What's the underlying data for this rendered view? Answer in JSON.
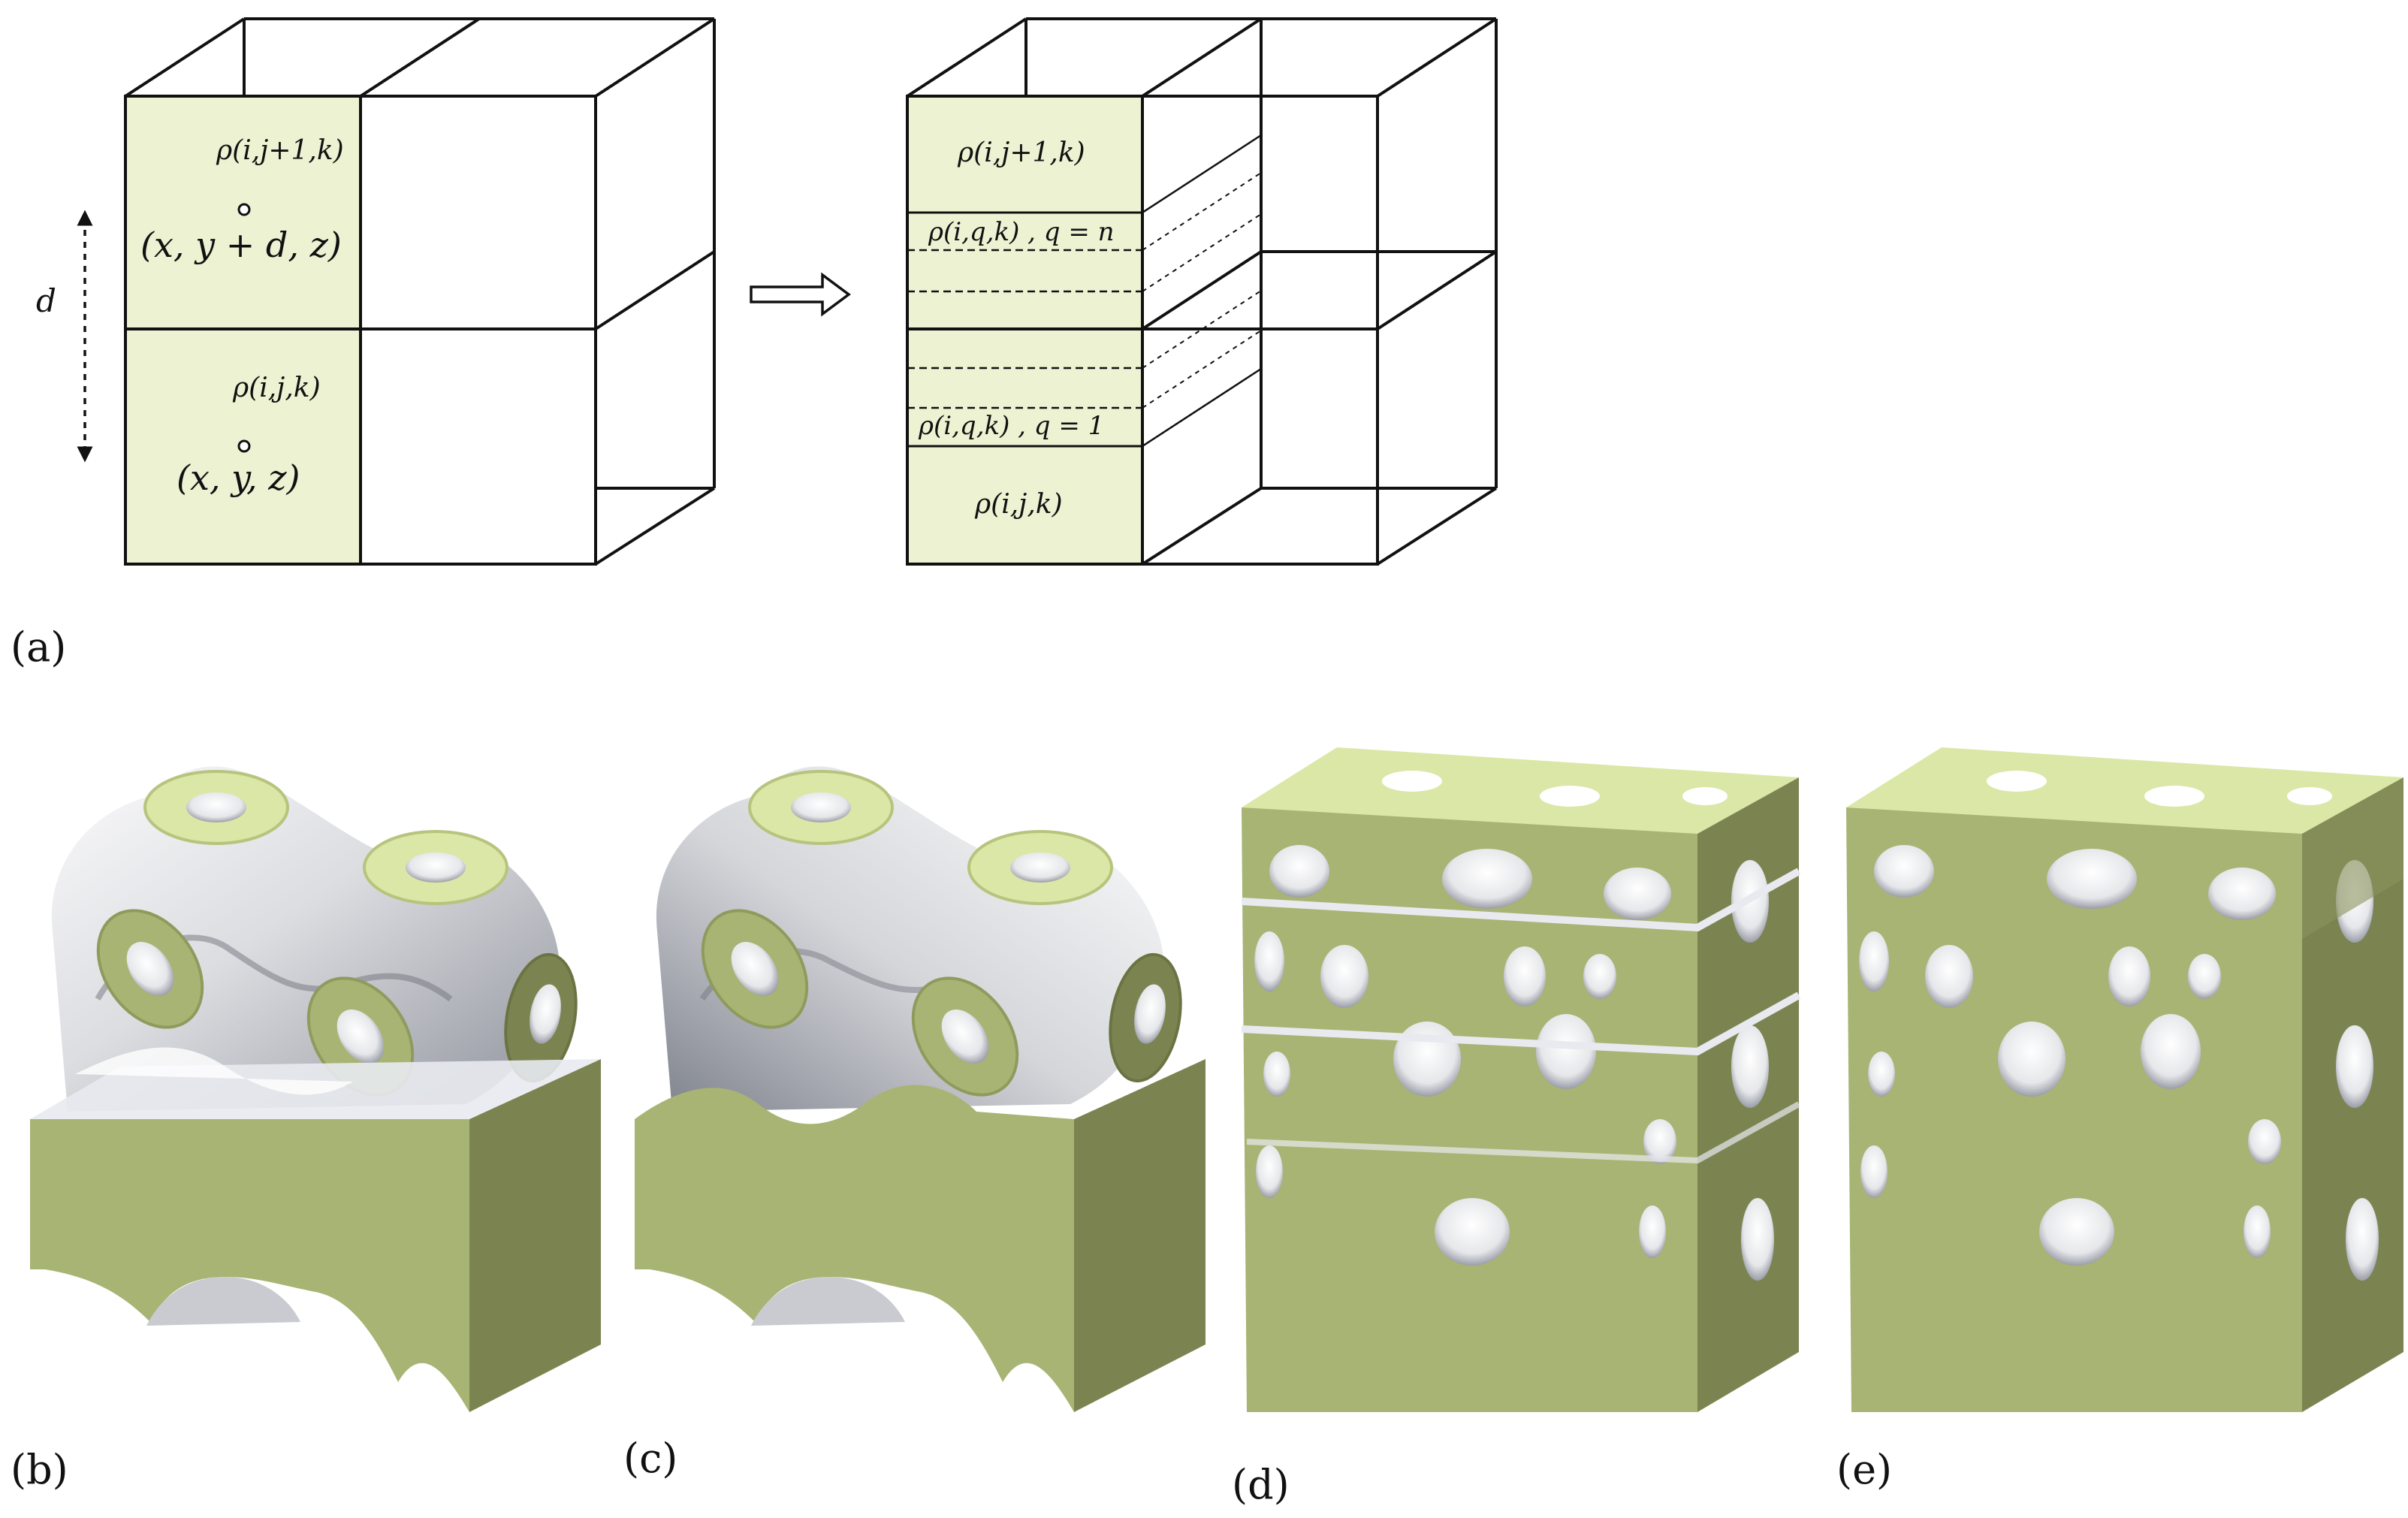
{
  "panel_a": {
    "caption": "(a)",
    "left_cube": {
      "rho_upper": "ρ(i,j+1,k)",
      "point_upper": "(x, y + d, z)",
      "rho_lower": "ρ(i,j,k)",
      "point_lower": "(x, y, z)",
      "spacing_label": "d"
    },
    "right_cube": {
      "rho_top": "ρ(i,j+1,k)",
      "rho_q_top": "ρ(i,q,k) ,   q = n",
      "rho_q_bottom": "ρ(i,q,k) ,   q = 1",
      "rho_bottom": "ρ(i,j,k)"
    }
  },
  "captions": {
    "b": "(b)",
    "c": "(c)",
    "d": "(d)",
    "e": "(e)"
  },
  "colors": {
    "cell_fill": "#ecf2d2",
    "solid_face": "#a7b473",
    "solid_side": "#7b8451",
    "solid_top": "#dbe7a6",
    "surface_light": "#f4f4f6",
    "surface_dark": "#8a8e98"
  }
}
